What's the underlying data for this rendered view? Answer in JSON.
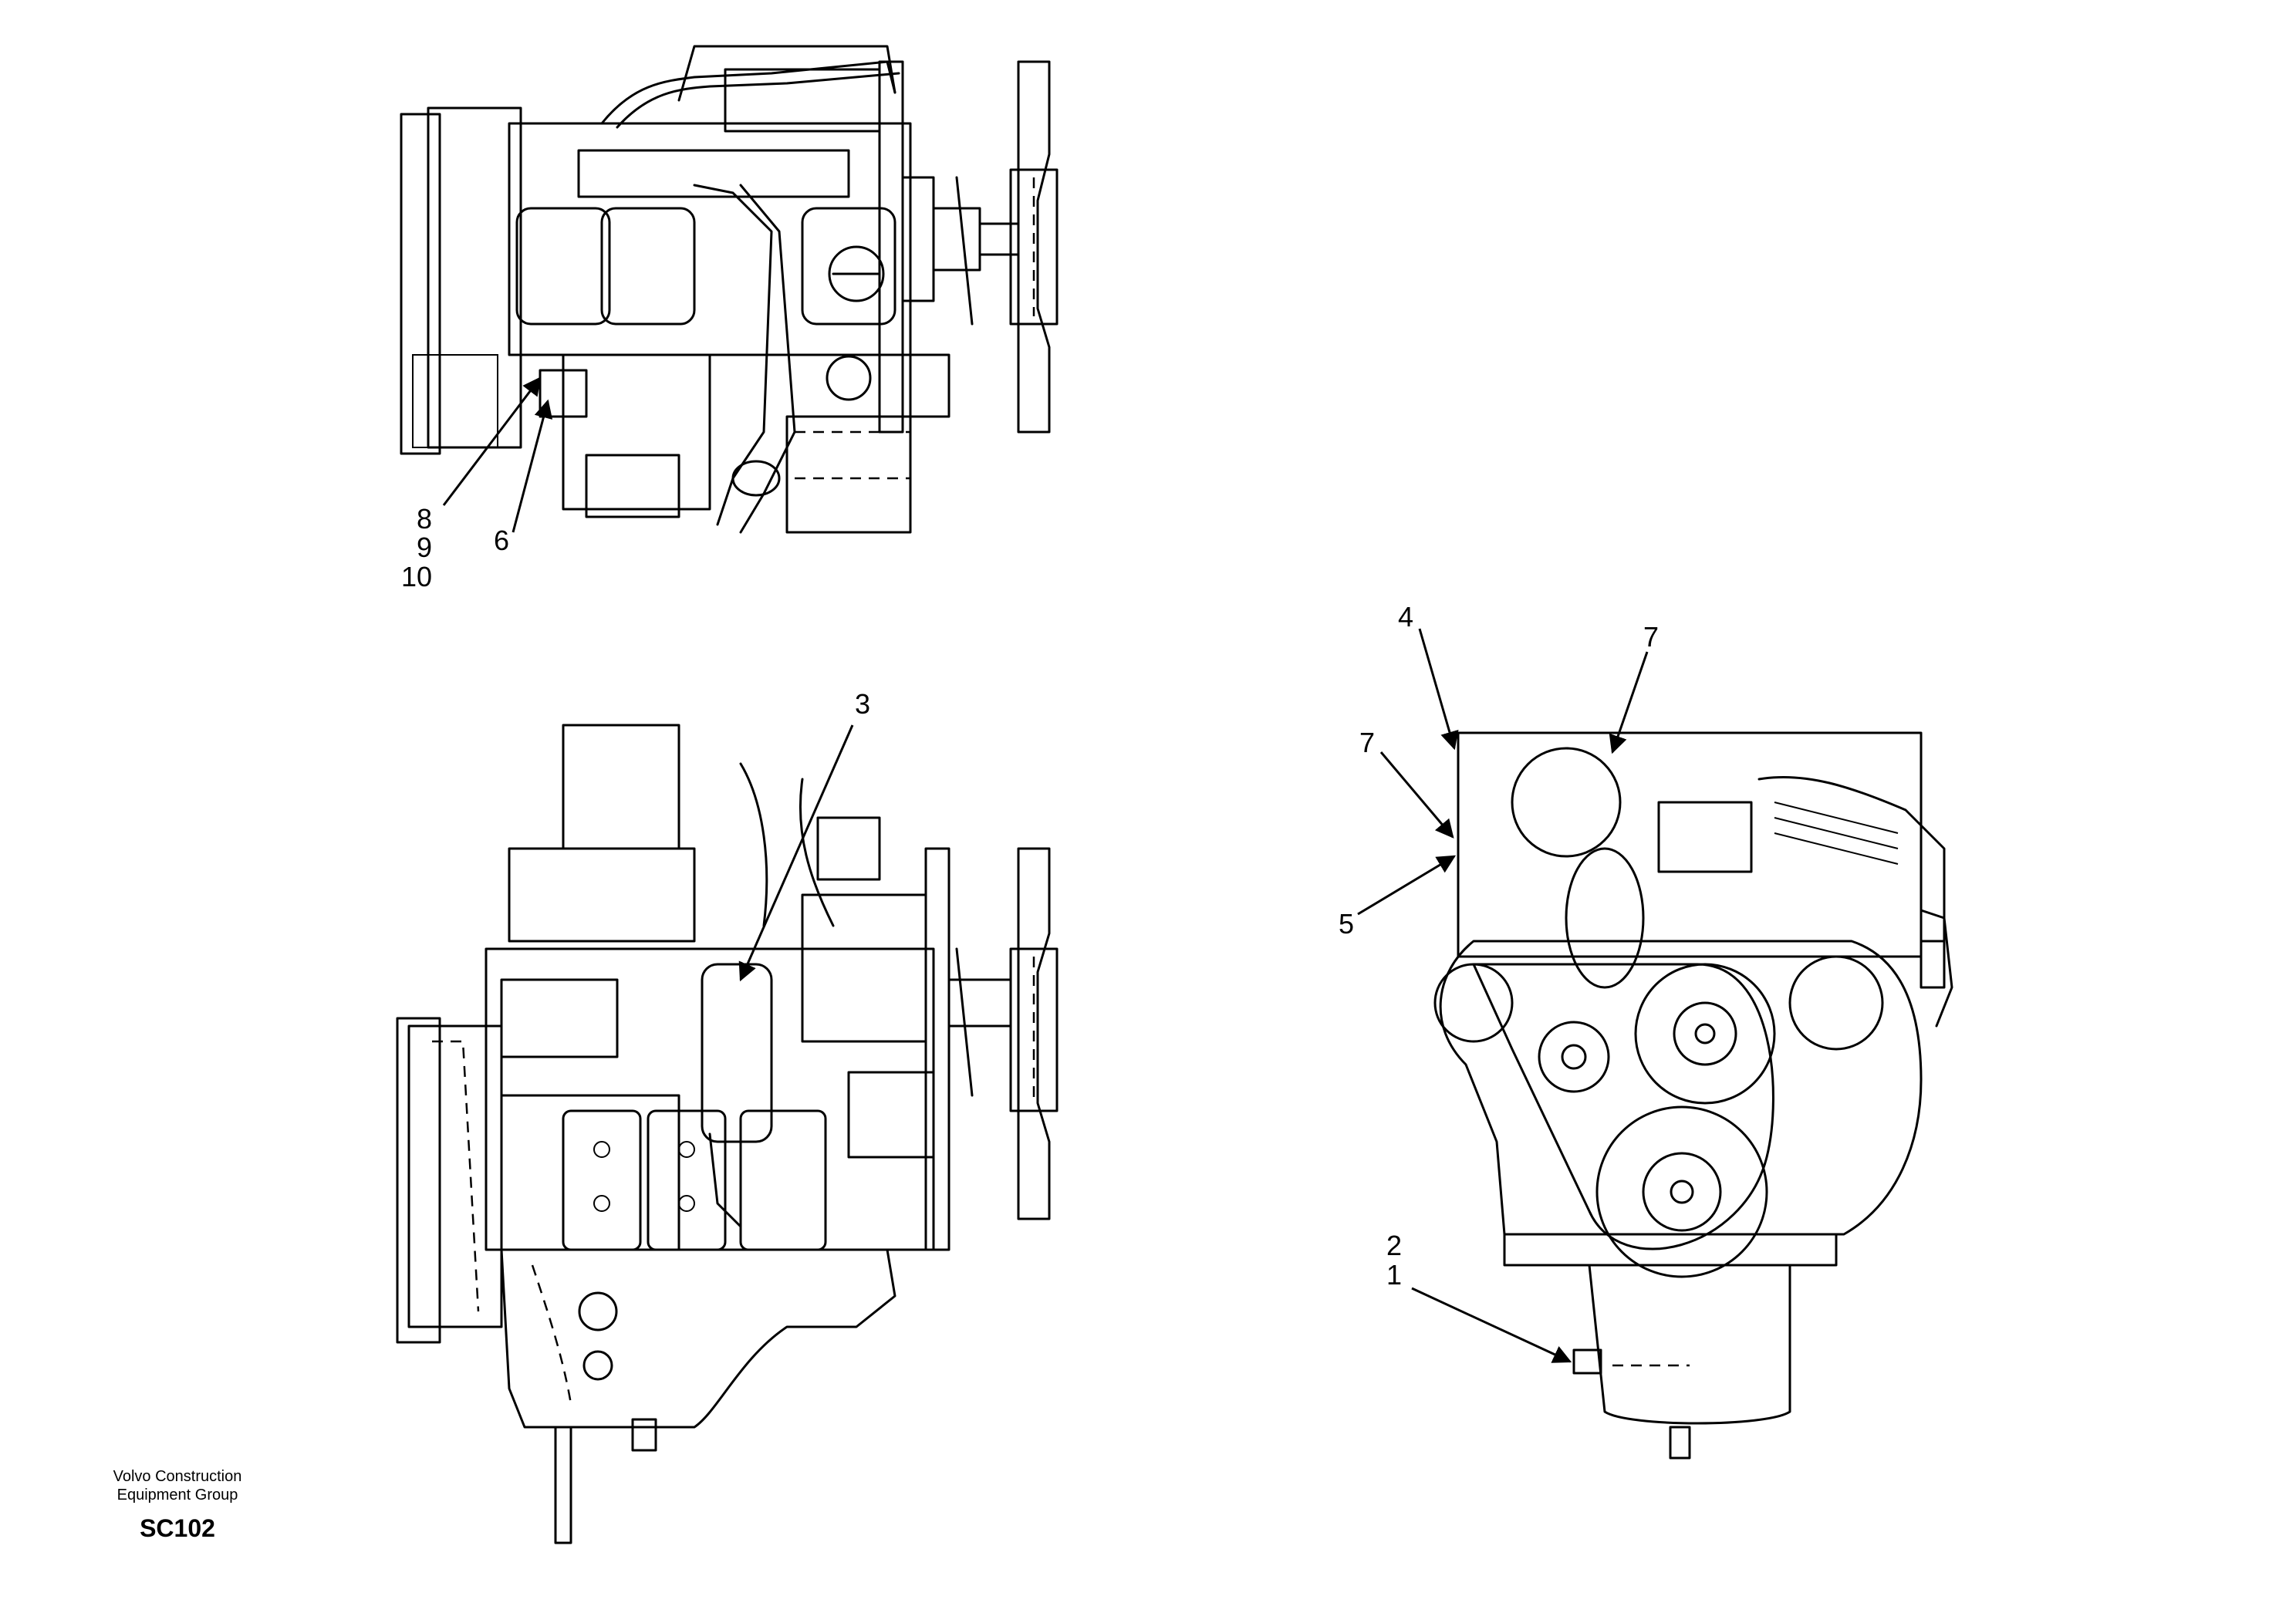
{
  "diagram": {
    "callouts": {
      "c8": "8",
      "c9": "9",
      "c10": "10",
      "c6": "6",
      "c3": "3",
      "c4": "4",
      "c7a": "7",
      "c7b": "7",
      "c5": "5",
      "c2": "2",
      "c1": "1"
    },
    "footer": {
      "company_line1": "Volvo Construction",
      "company_line2": "Equipment Group",
      "code": "SC102"
    }
  }
}
